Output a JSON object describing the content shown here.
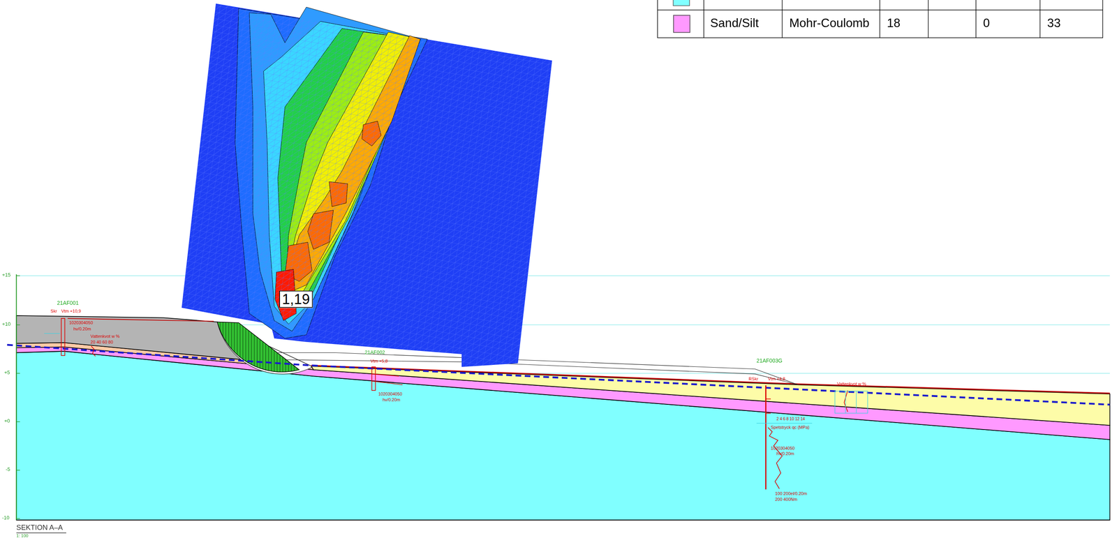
{
  "diagram": {
    "nodes": [
      {
        "text": [
          "1,19"
        ]
      }
    ],
    "labels": [
      "Mohr-Coulomb",
      "18",
      "0",
      "33",
      "+15",
      "+10",
      "+5",
      "+0",
      "-5",
      "-10",
      "21AF001",
      "Skr",
      "Vtm +10,9",
      "1020304050",
      "hv/0.20m",
      "Vattenkvot w %",
      "20 40 60 80",
      "21AF002",
      "Vtm +5,8",
      "1020304050",
      "hv/0.20m",
      "21AF003G",
      "RSkr",
      "Vtm +4,8",
      "Vattenkvot w %",
      "2 4 6 8 10 12 14",
      "Spetstryck qc (MPa)",
      "1020304050",
      "hv/0.20m",
      "100 200el/0.20m",
      "200 400Nm",
      "SEKTION A–A",
      "1: 100"
    ],
    "legend": [
      {
        "text": "Sand/Silt",
        "color": "#ff99ff"
      }
    ]
  }
}
